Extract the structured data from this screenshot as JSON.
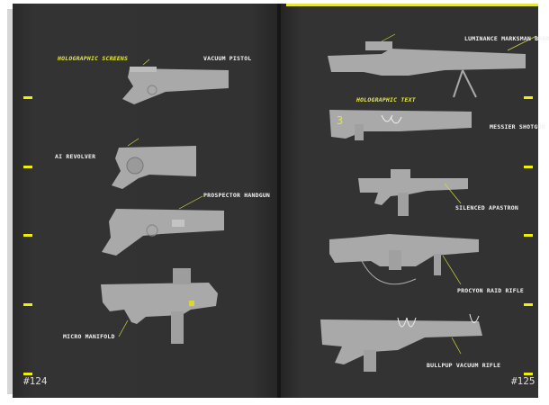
{
  "left_page": {
    "page_number": "#124",
    "labels": {
      "holographic_screens": "HOLOGRAPHIC SCREENS",
      "vacuum_pistol": "VACUUM PISTOL",
      "ai_revolver": "AI REVOLVER",
      "prospector_handgun": "PROSPECTOR HANDGUN",
      "micro_manifold": "MICRO MANIFOLD"
    }
  },
  "right_page": {
    "page_number": "#125",
    "labels": {
      "luminance_marksman_barrel": "LUMINANCE MARKSMAN BARREL",
      "holographic_text": "HOLOGRAPHIC TEXT",
      "messier_shotgun": "MESSIER SHOTGUN",
      "silenced_apastron": "SILENCED APASTRON",
      "procyon_raid_rifle": "PROCYON RAID RIFLE",
      "bullpup_vacuum_rifle": "BULLPUP VACUUM RIFLE"
    }
  },
  "colors": {
    "page": "#323232",
    "accent": "#f0f000",
    "weapon": "#a9a9a9",
    "text": "#f2f2f2"
  }
}
